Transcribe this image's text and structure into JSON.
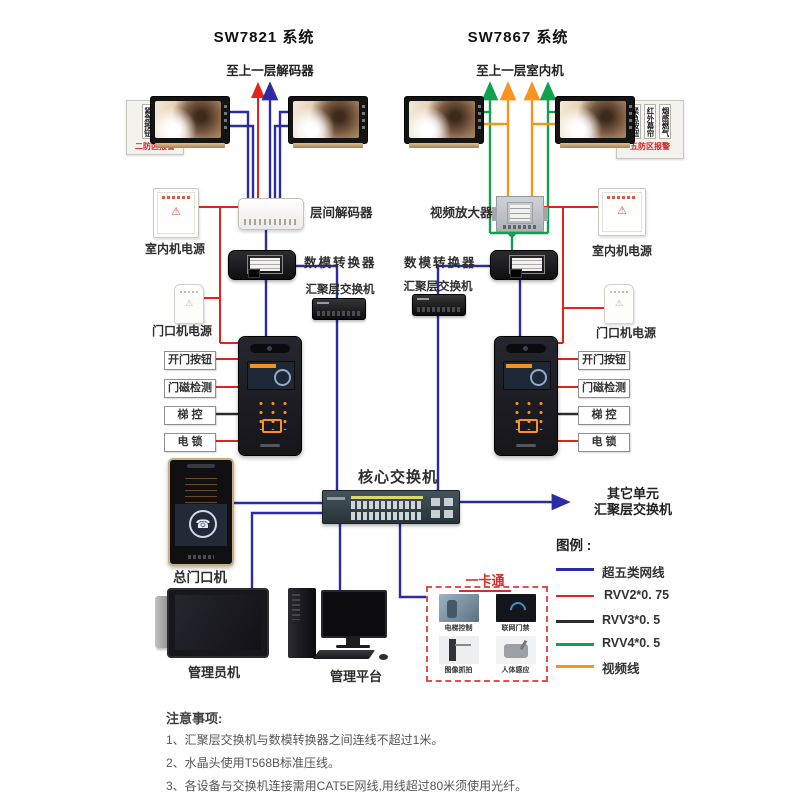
{
  "systems": {
    "left_title": "SW7821 系统",
    "right_title": "SW7867 系统",
    "left_uplink": "至上一层解码器",
    "right_uplink": "至上一层室内机"
  },
  "alarms": {
    "left": {
      "strips": [
        "紧急按钮",
        "烟感燃气"
      ],
      "zone": "二防区报警"
    },
    "right": {
      "strips": [
        "紧急按钮",
        "红外幕帘",
        "烟感燃气"
      ],
      "zone": "五防区报警"
    }
  },
  "labels": {
    "floor_decoder": "层间解码器",
    "video_amp": "视频放大器",
    "dac": "数模转换器",
    "agg_switch": "汇聚层交换机",
    "indoor_power": "室内机电源",
    "door_power": "门口机电源",
    "core_switch": "核心交换机",
    "main_door": "总门口机",
    "admin": "管理员机",
    "platform": "管理平台",
    "other_unit_line1": "其它单元",
    "other_unit_line2": "汇聚层交换机"
  },
  "door_io": [
    "开门按钮",
    "门磁检测",
    "梯 控",
    "电 锁"
  ],
  "onecard": {
    "title": "一卡通",
    "items": [
      "电梯控制",
      "联网门禁",
      "图像抓拍",
      "人体感应"
    ]
  },
  "legend": {
    "title": "图例 :",
    "items": [
      {
        "label": "超五类网线",
        "color": "#2b2ba6"
      },
      {
        "label": "RVV2*0. 75",
        "color": "#e2231a"
      },
      {
        "label": "RVV3*0. 5",
        "color": "#2d2d2d"
      },
      {
        "label": "RVV4*0. 5",
        "color": "#12a04f"
      },
      {
        "label": "视频线",
        "color": "#f7941d"
      }
    ]
  },
  "notes": {
    "title": "注意事项:",
    "items": [
      "1、汇聚层交换机与数模转换器之间连线不超过1米。",
      "2、水晶头使用T568B标准压线。",
      "3、各设备与交换机连接需用CAT5E网线,用线超过80米须使用光纤。"
    ]
  }
}
